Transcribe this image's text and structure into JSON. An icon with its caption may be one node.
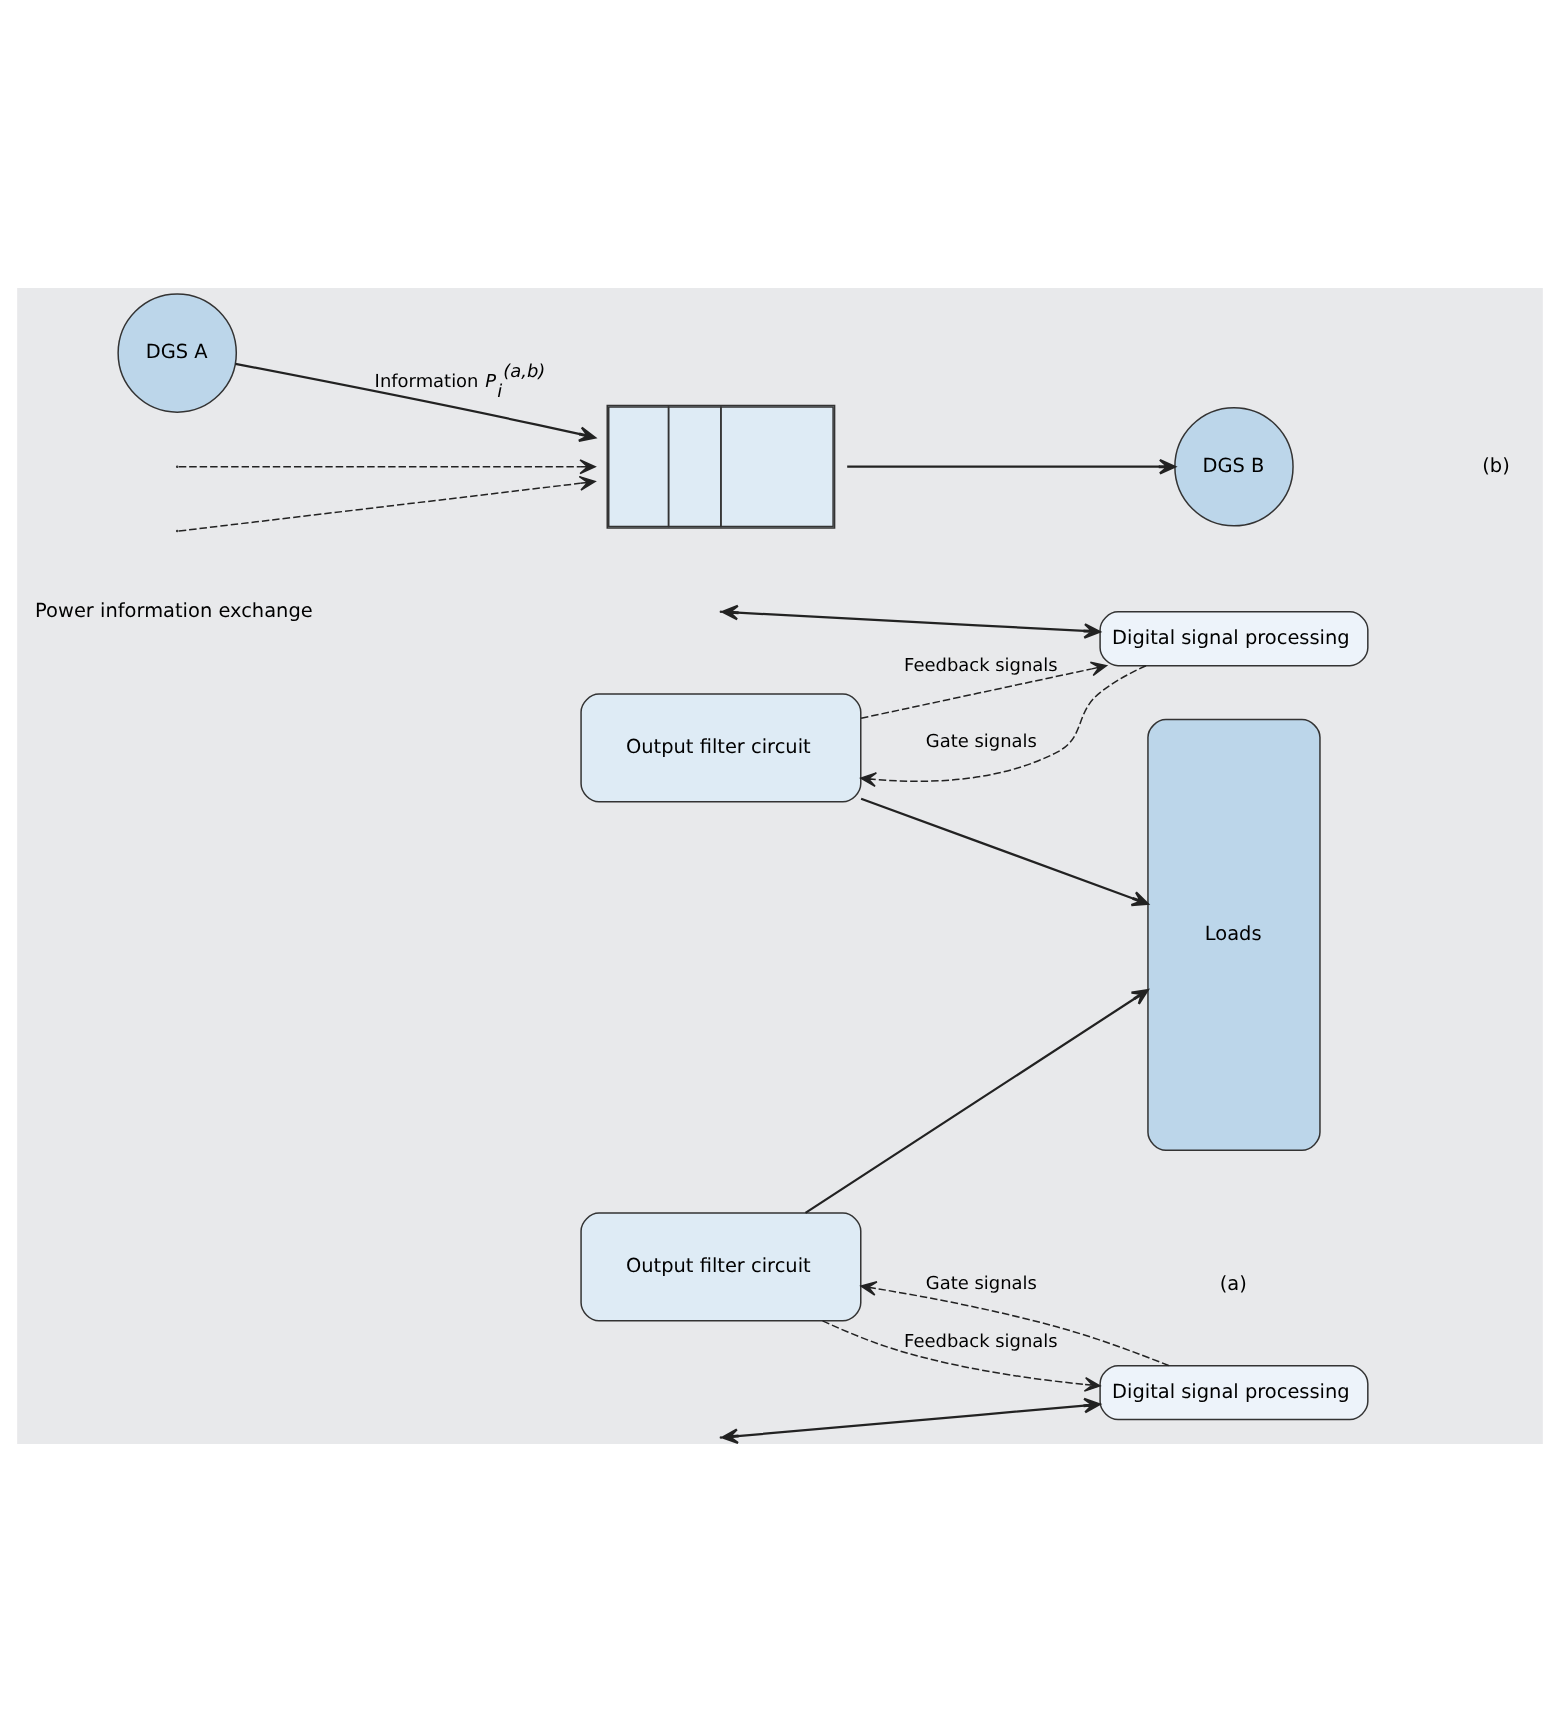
{
  "diagram": {
    "nodes": [
      {
        "text": [
          "Output filter circuit"
        ]
      },
      {
        "text": [
          "Digital signal processing"
        ]
      },
      {
        "text": [
          "Digital signal processing"
        ]
      },
      {
        "text": [
          "Output filter circuit"
        ]
      },
      {
        "text": [
          "Loads"
        ]
      },
      {
        "text": [
          "DGS A"
        ]
      },
      {
        "text": [],
        "shape": "box"
      },
      {
        "text": [
          "DGS B"
        ]
      }
    ],
    "edges": [
      {
        "from": 0,
        "to": 4,
        "arrow": "to"
      },
      {
        "from": 3,
        "to": 4,
        "arrow": "to"
      },
      {
        "from": 1,
        "to": 0,
        "arrow": "to",
        "style": "dashed",
        "label": "Gate signals"
      },
      {
        "from": 0,
        "to": 1,
        "arrow": "to",
        "style": "dashed",
        "label": "Feedback signals"
      },
      {
        "from": null,
        "to": 1,
        "arrow": "both"
      },
      {
        "from": null,
        "to": 2,
        "arrow": "both"
      },
      {
        "from": 3,
        "to": 2,
        "arrow": "to",
        "style": "dashed",
        "label": "Feedback signals"
      },
      {
        "from": 2,
        "to": 3,
        "arrow": "to",
        "style": "dashed",
        "label": "Gate signals"
      },
      {
        "from": null,
        "to": 6,
        "arrow": "to",
        "style": "dashed"
      },
      {
        "from": 5,
        "to": 6,
        "arrow": "to",
        "label": "Information *P*$_{i}$$^{(a,b)}$"
      },
      {
        "from": null,
        "to": 6,
        "arrow": "to",
        "style": "dashed"
      },
      {
        "from": 6,
        "to": 7,
        "arrow": "to"
      }
    ],
    "labels": [
      "Power information exchange",
      "(a)",
      "(b)"
    ]
  }
}
